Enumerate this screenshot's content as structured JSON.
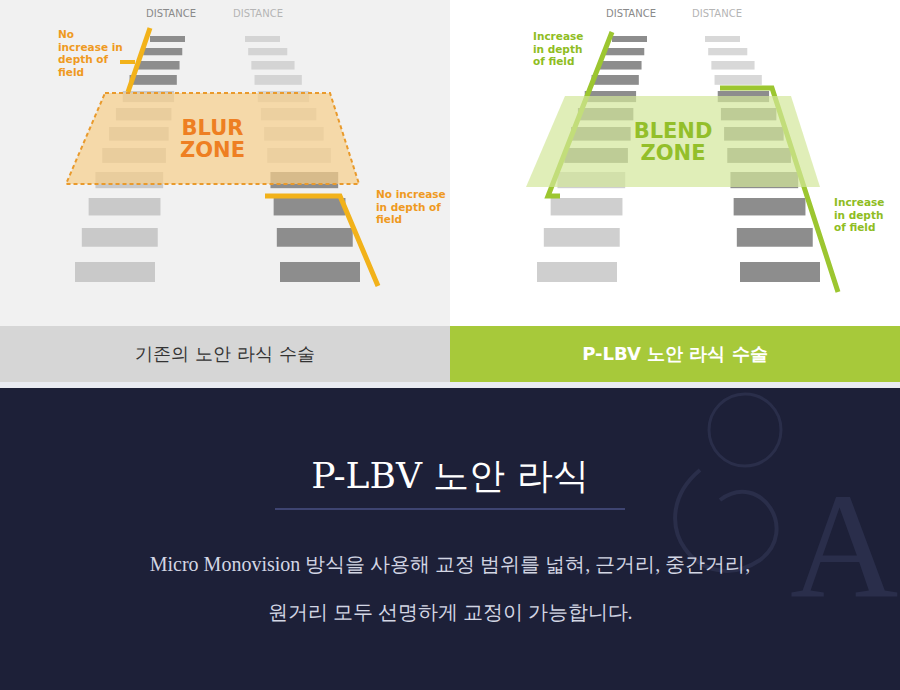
{
  "diagram": {
    "title": "P-LBV 노안 라식",
    "caption": "Micro Monovision 방식을 사용해 교정 범위를 넓혀, 근거리, 중간거리, 원거리 모두 선명하게 교정이 가능합니다.",
    "nodes": [
      {
        "text": [
          "BLUR ZONE"
        ]
      },
      {
        "text": [
          "BLEND ZONE"
        ]
      },
      {
        "text": [
          "기존의 노안 라식 수술"
        ]
      },
      {
        "text": [
          "P-LBV 노안 라식 수술"
        ]
      }
    ],
    "labels": [
      "DISTANCE",
      "DISTANCE",
      "No increase in depth of field",
      "No increase in depth of field",
      "DISTANCE",
      "DISTANCE",
      "Increase in depth of field",
      "Increase in depth of field",
      "A"
    ]
  }
}
